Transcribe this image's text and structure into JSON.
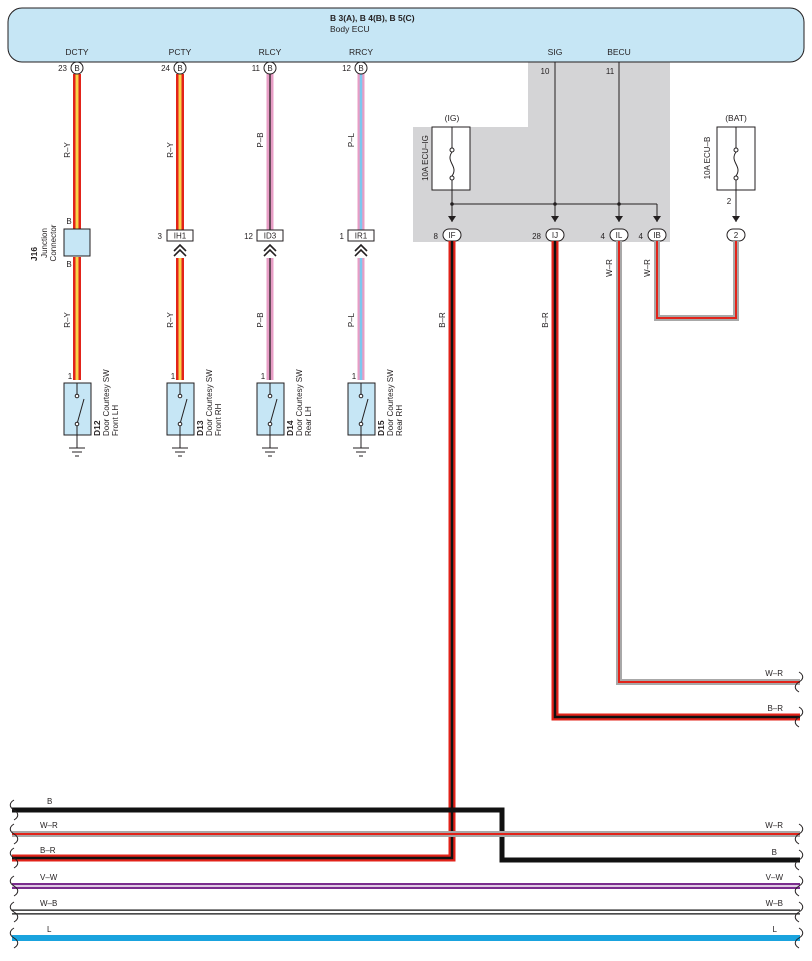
{
  "ecu": {
    "connectors": "B 3(A), B 4(B), B 5(C)",
    "name": "Body ECU",
    "pins": [
      {
        "name": "DCTY",
        "num": "23",
        "conn": "B"
      },
      {
        "name": "PCTY",
        "num": "24",
        "conn": "B"
      },
      {
        "name": "RLCY",
        "num": "11",
        "conn": "B"
      },
      {
        "name": "RRCY",
        "num": "12",
        "conn": "B"
      },
      {
        "name": "SIG",
        "num": "10"
      },
      {
        "name": "BECU",
        "num": "11"
      }
    ]
  },
  "junction": {
    "code": "J16",
    "line1": "Junction",
    "line2": "Connector",
    "pin_top": "B",
    "pin_bottom": "B"
  },
  "inline_connectors": [
    {
      "num": "3",
      "label": "IH1"
    },
    {
      "num": "12",
      "label": "ID3"
    },
    {
      "num": "1",
      "label": "IR1"
    }
  ],
  "junction_block": [
    {
      "num": "8",
      "label": "IF"
    },
    {
      "num": "28",
      "label": "IJ"
    },
    {
      "num": "4",
      "label": "IL"
    },
    {
      "num": "4",
      "label": "IB"
    }
  ],
  "fuses": [
    {
      "source": "(IG)",
      "name": "10A ECU–IG"
    },
    {
      "source": "(BAT)",
      "name": "10A ECU–B",
      "pin": "2",
      "conn": "2"
    }
  ],
  "switches": [
    {
      "code": "D12",
      "line1": "Door Courtesy SW",
      "line2": "Front LH",
      "pin": "1"
    },
    {
      "code": "D13",
      "line1": "Door Courtesy SW",
      "line2": "Front RH",
      "pin": "1"
    },
    {
      "code": "D14",
      "line1": "Door Courtesy SW",
      "line2": "Rear LH",
      "pin": "1"
    },
    {
      "code": "D15",
      "line1": "Door Courtesy SW",
      "line2": "Rear RH",
      "pin": "1"
    }
  ],
  "wire_labels": {
    "ry": "R–Y",
    "pb": "P–B",
    "pl": "P–L",
    "br": "B–R",
    "wr": "W–R",
    "b": "B",
    "vw": "V–W",
    "wb": "W–B",
    "l": "L"
  },
  "colors": {
    "ecu_fill": "#c6e6f5",
    "shade": "#d4d4d6",
    "red": "#e2231a",
    "yellow": "#f7d44a",
    "pink": "#e79dc5",
    "light_blue": "#7cc7ee",
    "violet": "#7b2d8e",
    "cyan": "#1aa3de",
    "black": "#111111",
    "switch_fill": "#c6e6f5"
  }
}
